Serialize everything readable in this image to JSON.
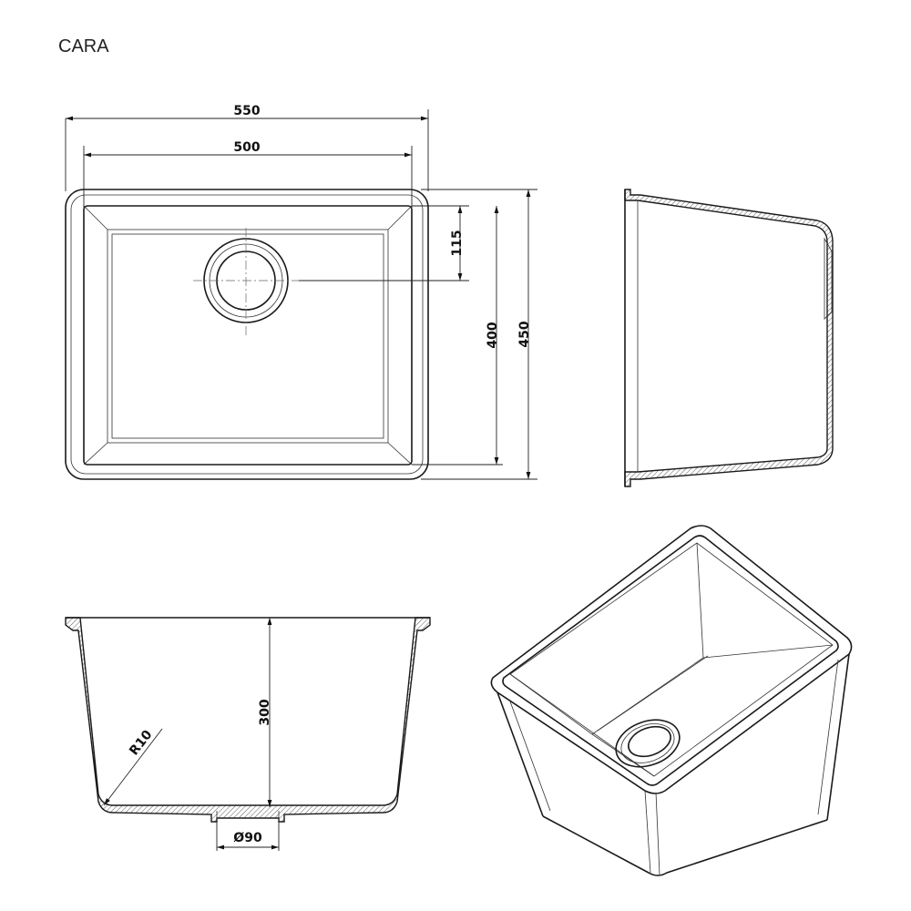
{
  "title": "CARA",
  "dimensions": {
    "outer_width": "550",
    "inner_width": "500",
    "drain_offset": "115",
    "inner_depth": "400",
    "outer_depth": "450",
    "bowl_height": "300",
    "corner_radius": "R10",
    "drain_diameter": "Ø90"
  },
  "views": [
    "top-view",
    "side-section-view",
    "front-section-view",
    "isometric-view"
  ]
}
